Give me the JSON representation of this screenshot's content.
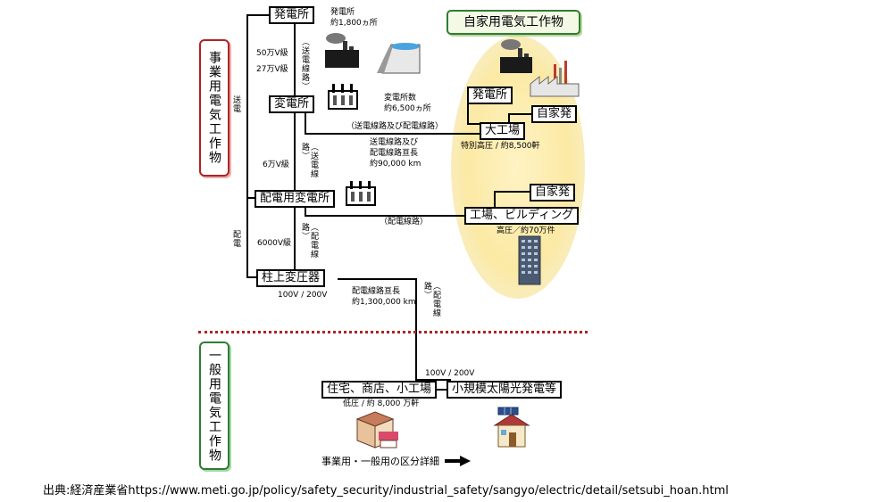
{
  "categories": {
    "business": "事業用電気工作物",
    "general": "一般用電気工作物",
    "private": "自家用電気工作物"
  },
  "side_labels": {
    "transmission": "送電",
    "distribution": "配電"
  },
  "nodes": {
    "power_plant": "発電所",
    "substation": "変電所",
    "distribution_substation": "配電用変電所",
    "pole_transformer": "柱上変圧器",
    "private_plant": "発電所",
    "big_factory": "大工場",
    "self_gen1": "自家発",
    "self_gen2": "自家発",
    "factory_building": "工場、ビルディング",
    "residential": "住宅、商店、小工場",
    "small_solar": "小規模太陽光発電等"
  },
  "notes": {
    "plant_count_1": "発電所",
    "plant_count_2": "約1,800ヵ所",
    "v500k": "50万V級",
    "v270k": "27万V級",
    "route_transmission_a": "（送電線路）",
    "substation_count_1": "変電所数",
    "substation_count_2": "約6,500ヵ所",
    "route_trans_dist": "（送電線路及び配電線路）",
    "line_total_1": "送電線路及び",
    "line_total_2": "配電線路亘長",
    "line_total_3": "約90,000 km",
    "special_high": "特別高圧 / 約8,500軒",
    "v60k": "6万V級",
    "route_transmission_b": "（送電線路）",
    "route_distribution_a": "（配電線路）",
    "high_voltage": "高圧／約70万件",
    "v6000": "6000V級",
    "route_distribution_b": "（配電線路）",
    "route_distribution_c": "（配電線路）",
    "v100_200_a": "100V / 200V",
    "dist_total_1": "配電線路亘長",
    "dist_total_2": "約1,300,000 km",
    "v100_200_b": "100V / 200V",
    "low_voltage": "低圧 / 約 8,000 万軒",
    "detail_link": "事業用・一般用の区分詳細"
  },
  "source": "出典:経済産業省https://www.meti.go.jp/policy/safety_security/industrial_safety/sangyo/electric/detail/setsubi_hoan.html",
  "colors": {
    "business_border": "#b22222",
    "general_border": "#2e7d32",
    "divider": "#b22222",
    "private_glow": "#f5e07a"
  }
}
